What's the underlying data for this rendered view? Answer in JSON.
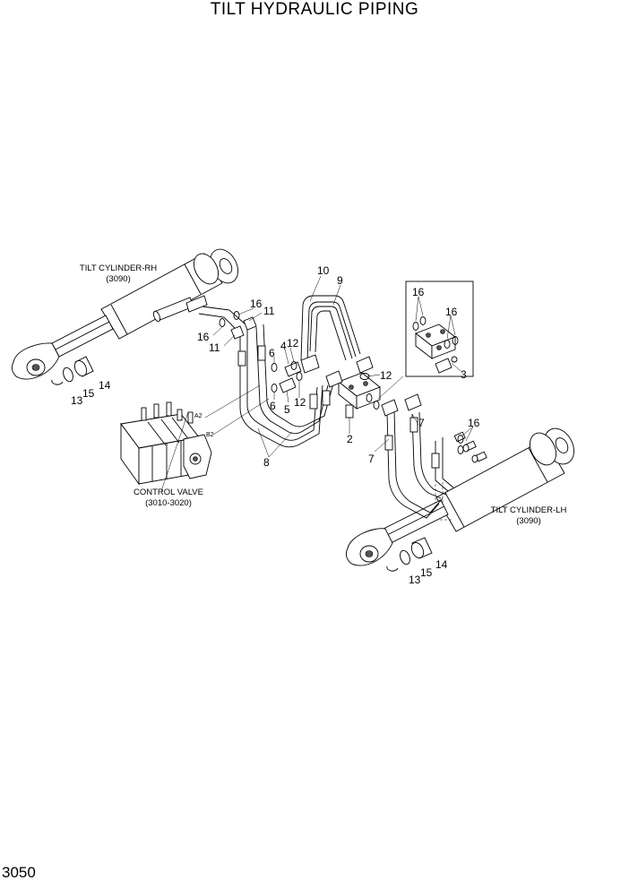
{
  "title": "TILT HYDRAULIC  PIPING",
  "page_number": "3050",
  "components": {
    "cyl_rh": {
      "name": "TILT CYLINDER-RH",
      "ref": "(3090)"
    },
    "cyl_lh": {
      "name": "TILT CYLINDER-LH",
      "ref": "(3090)"
    },
    "control_valve": {
      "name": "CONTROL VALVE",
      "ref": "(3010-3020)",
      "port_a2": "A2",
      "port_b2": "B2"
    }
  },
  "callouts": {
    "c10": "10",
    "c9": "9",
    "c16_a": "16",
    "c11_a": "11",
    "c16_b": "16",
    "c11_b": "11",
    "c4": "4",
    "c6_a": "6",
    "c12_a": "12",
    "c6_b": "6",
    "c5": "5",
    "c12_b": "12",
    "c12_c": "12",
    "c2": "2",
    "c8": "8",
    "c16_c": "16",
    "c16_d": "16",
    "c3": "3",
    "c7_a": "7",
    "c7_b": "7",
    "c16_e": "16",
    "c13_a": "13",
    "c15_a": "15",
    "c14_a": "14",
    "c13_b": "13",
    "c15_b": "15",
    "c14_b": "14"
  }
}
